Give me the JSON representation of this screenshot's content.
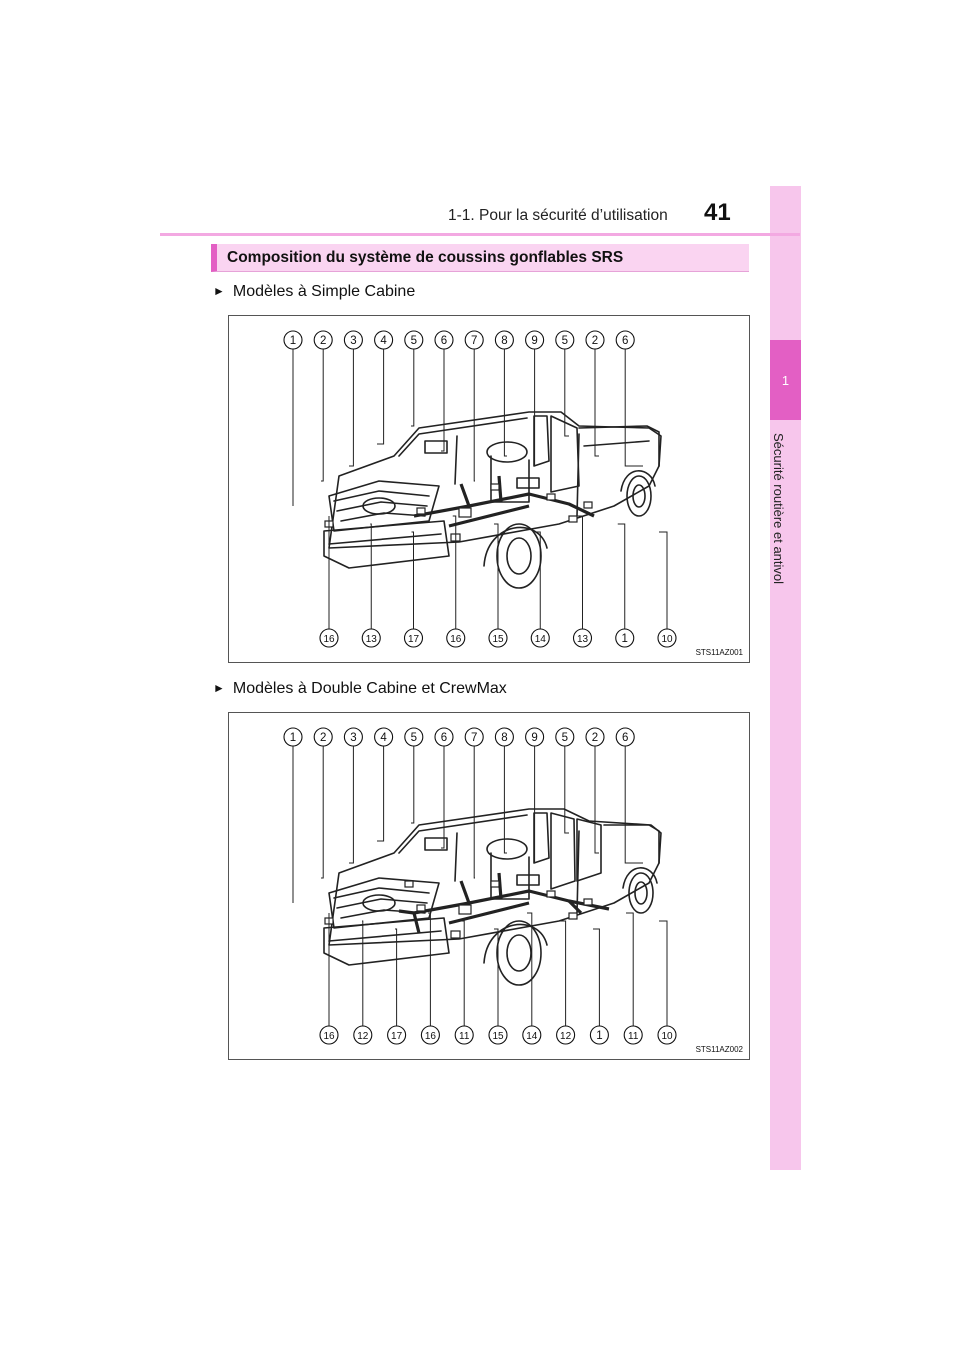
{
  "header": {
    "section": "1-1. Pour la sécurité d’utilisation",
    "page_number": "41"
  },
  "side": {
    "tab_number": "1",
    "chapter_title": "Sécurité routière et antivol"
  },
  "section_title": "Composition du système de coussins gonflables SRS",
  "figures": [
    {
      "caption": "Modèles à Simple Cabine",
      "code": "STS11AZ001",
      "top_labels": [
        "1",
        "2",
        "3",
        "4",
        "5",
        "6",
        "7",
        "8",
        "9",
        "5",
        "2",
        "6"
      ],
      "bottom_labels": [
        "16",
        "13",
        "17",
        "16",
        "15",
        "14",
        "13",
        "1",
        "10"
      ]
    },
    {
      "caption": "Modèles à Double Cabine et CrewMax",
      "code": "STS11AZ002",
      "top_labels": [
        "1",
        "2",
        "3",
        "4",
        "5",
        "6",
        "7",
        "8",
        "9",
        "5",
        "2",
        "6"
      ],
      "bottom_labels": [
        "16",
        "12",
        "17",
        "16",
        "11",
        "15",
        "14",
        "12",
        "1",
        "11",
        "10"
      ]
    }
  ],
  "icons": {
    "bullet": "triangle-bullet-icon"
  }
}
